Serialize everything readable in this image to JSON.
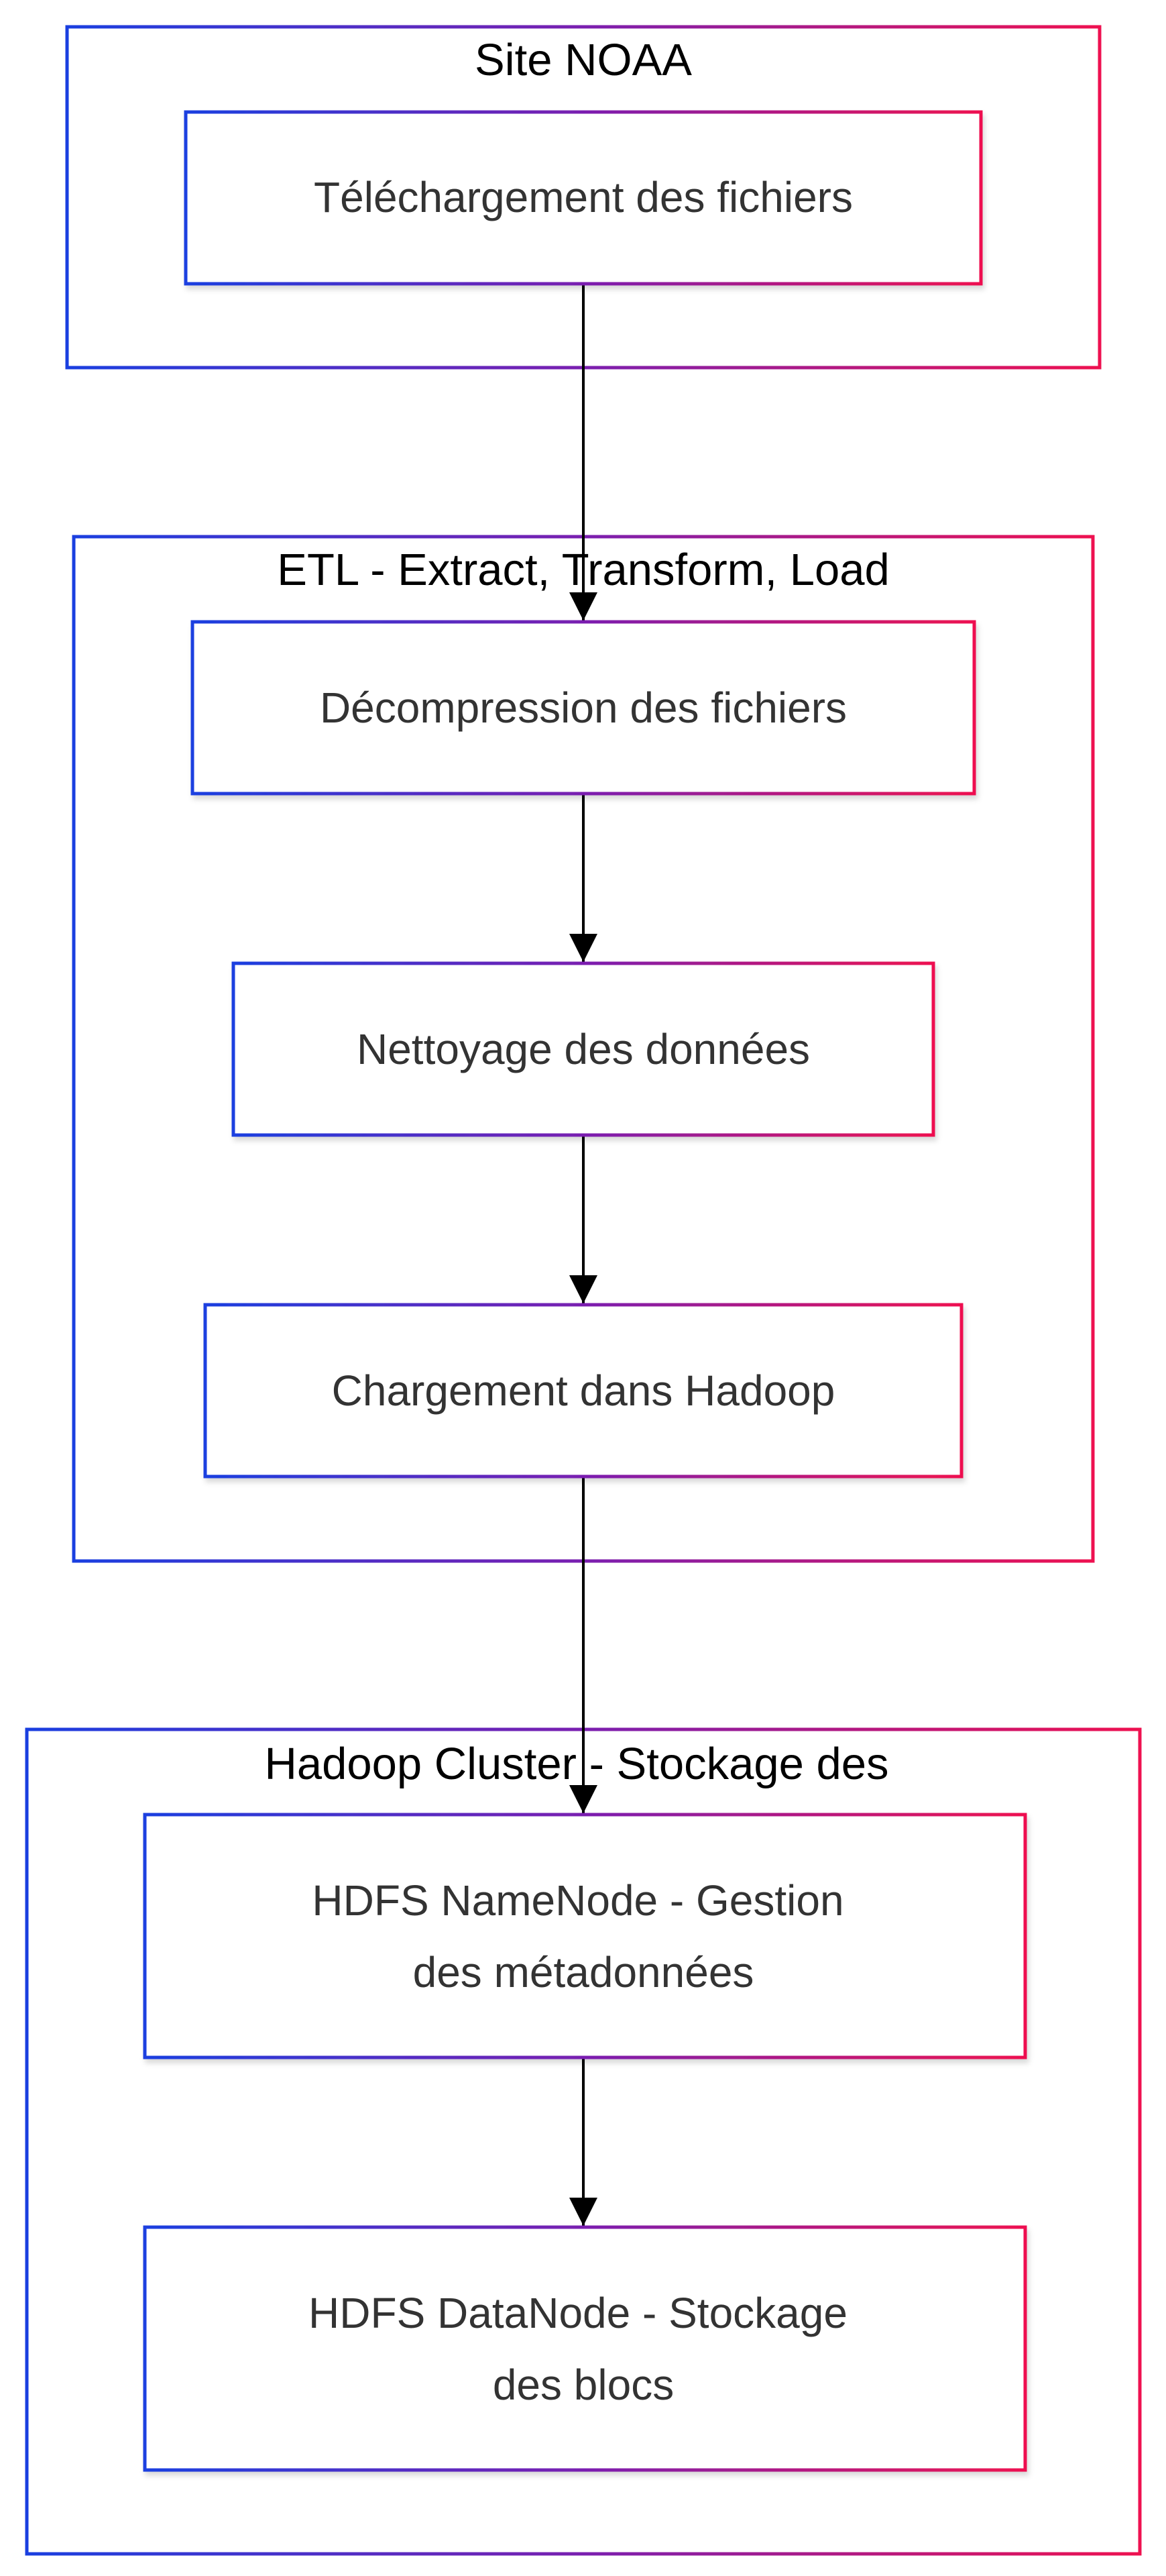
{
  "colors": {
    "gradient_start": "#1a3fe0",
    "gradient_mid": "#7a1fb0",
    "gradient_end": "#ee1150",
    "edge": "#000000",
    "node_text": "#333333",
    "cluster_text": "#000000",
    "background": "#ffffff"
  },
  "clusters": {
    "noaa": {
      "title": "Site NOAA"
    },
    "etl": {
      "title": "ETL - Extract, Transform, Load"
    },
    "hadoop": {
      "title": "Hadoop Cluster - Stockage des"
    }
  },
  "nodes": {
    "download": {
      "lines": [
        "Téléchargement des fichiers"
      ]
    },
    "decompress": {
      "lines": [
        "Décompression des fichiers"
      ]
    },
    "clean": {
      "lines": [
        "Nettoyage des données"
      ]
    },
    "load": {
      "lines": [
        "Chargement dans Hadoop"
      ]
    },
    "namenode": {
      "lines": [
        "HDFS NameNode - Gestion",
        "des métadonnées"
      ]
    },
    "datanode": {
      "lines": [
        "HDFS DataNode - Stockage",
        "des blocs"
      ]
    }
  },
  "edges": [
    {
      "from": "download",
      "to": "decompress"
    },
    {
      "from": "decompress",
      "to": "clean"
    },
    {
      "from": "clean",
      "to": "load"
    },
    {
      "from": "load",
      "to": "namenode"
    },
    {
      "from": "namenode",
      "to": "datanode"
    }
  ]
}
